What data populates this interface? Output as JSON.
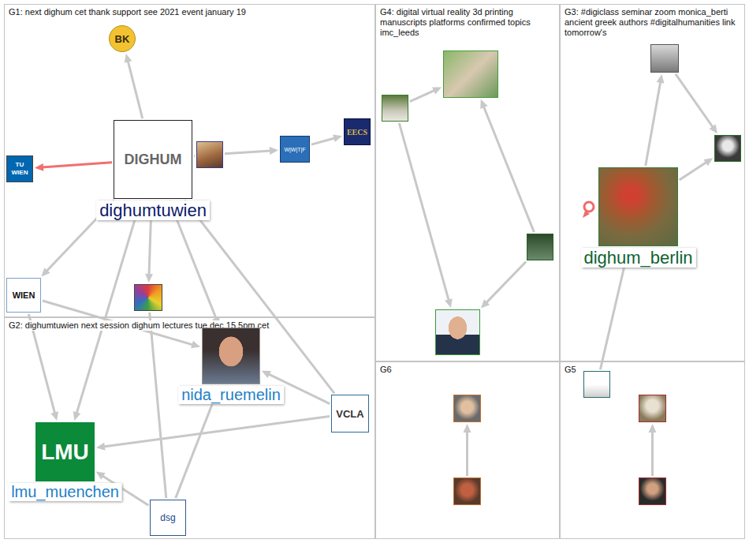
{
  "diagram": {
    "nodes": [
      {
        "text": [
          "G1: next dighum cet thank support see 2021 event january 19"
        ]
      },
      {
        "text": [
          "BK"
        ],
        "in": 0
      },
      {
        "text": [
          "DIGHUM",
          "dighumtuwien"
        ],
        "in": 0
      },
      {
        "text": [
          "TU WIEN"
        ],
        "in": 0
      },
      {
        "text": [],
        "in": 0
      },
      {
        "text": [
          "W|W|T|F"
        ],
        "in": 0
      },
      {
        "text": [
          "EECS"
        ],
        "in": 0
      },
      {
        "text": [
          "WIEN"
        ],
        "in": 0
      },
      {
        "text": [],
        "in": 0
      },
      {
        "text": [
          "G4: digital virtual reality 3d printing manuscripts platforms confirmed topics imc_leeds"
        ]
      },
      {
        "text": [],
        "in": 9
      },
      {
        "text": [],
        "in": 9
      },
      {
        "text": [],
        "in": 9
      },
      {
        "text": [],
        "in": 9
      },
      {
        "text": [
          "G3: #digiclass seminar zoom monica_berti ancient greek authors #digitalhumanities link tomorrow's"
        ]
      },
      {
        "text": [],
        "in": 14
      },
      {
        "text": [],
        "in": 14
      },
      {
        "text": [
          "dighum_berlin"
        ],
        "in": 14
      },
      {
        "text": [
          "G2: dighumtuwien next session dighum lectures tue dec 15 5pm cet"
        ]
      },
      {
        "text": [
          "nida_ruemelin"
        ],
        "in": 18
      },
      {
        "text": [
          "LMU",
          "lmu_muenchen"
        ],
        "in": 18
      },
      {
        "text": [
          "VCLA"
        ],
        "in": 18
      },
      {
        "text": [
          "dsg"
        ],
        "in": 18
      },
      {
        "text": [
          "G6"
        ]
      },
      {
        "text": [],
        "in": 23
      },
      {
        "text": [],
        "in": 23
      },
      {
        "text": [
          "G5"
        ]
      },
      {
        "text": [],
        "in": 26
      },
      {
        "text": [],
        "in": 26
      },
      {
        "text": [],
        "in": 26
      }
    ],
    "edges": [
      {
        "from": 2,
        "to": 1,
        "arrow": "to"
      },
      {
        "from": 2,
        "to": 3,
        "arrow": "to"
      },
      {
        "from": 2,
        "to": 4,
        "arrow": "none"
      },
      {
        "from": 4,
        "to": 5,
        "arrow": "to"
      },
      {
        "from": 5,
        "to": 6,
        "arrow": "to"
      },
      {
        "from": 2,
        "to": 7,
        "arrow": "to"
      },
      {
        "from": 2,
        "to": 8,
        "arrow": "to"
      },
      {
        "from": 2,
        "to": 19,
        "arrow": "to"
      },
      {
        "from": 2,
        "to": 20,
        "arrow": "to"
      },
      {
        "from": 2,
        "to": 21,
        "arrow": "none"
      },
      {
        "from": 8,
        "to": 22,
        "arrow": "none"
      },
      {
        "from": 7,
        "to": 19,
        "arrow": "to"
      },
      {
        "from": 7,
        "to": 20,
        "arrow": "to"
      },
      {
        "from": 21,
        "to": 19,
        "arrow": "to"
      },
      {
        "from": 21,
        "to": 20,
        "arrow": "to"
      },
      {
        "from": 22,
        "to": 20,
        "arrow": "to"
      },
      {
        "from": 22,
        "to": 19,
        "arrow": "to"
      },
      {
        "from": 10,
        "to": 11,
        "arrow": "to"
      },
      {
        "from": 10,
        "to": 13,
        "arrow": "to"
      },
      {
        "from": 12,
        "to": 11,
        "arrow": "to"
      },
      {
        "from": 12,
        "to": 13,
        "arrow": "to"
      },
      {
        "from": 17,
        "to": 15,
        "arrow": "to"
      },
      {
        "from": 15,
        "to": 16,
        "arrow": "to"
      },
      {
        "from": 17,
        "to": 16,
        "arrow": "to"
      },
      {
        "from": 27,
        "to": 17,
        "arrow": "to"
      },
      {
        "from": 25,
        "to": 24,
        "arrow": "to"
      },
      {
        "from": 29,
        "to": 28,
        "arrow": "to"
      }
    ]
  }
}
